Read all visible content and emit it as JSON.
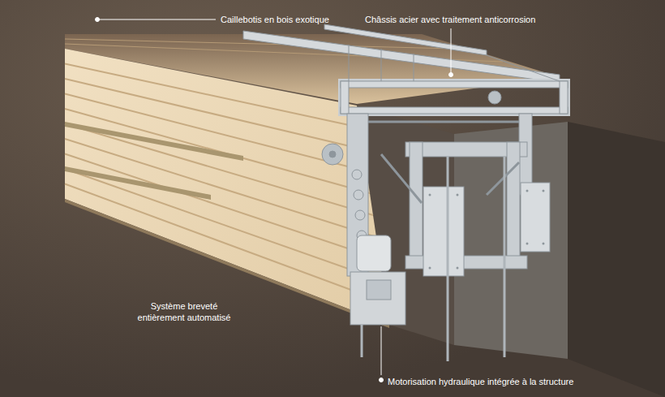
{
  "diagram": {
    "labels": [
      "Caillebotis en bois exotique",
      "Châssis acier avec traitement anticorrosion",
      "Système breveté entièrement automatisé",
      "Motorisation hydraulique intégrée à la structure"
    ]
  }
}
